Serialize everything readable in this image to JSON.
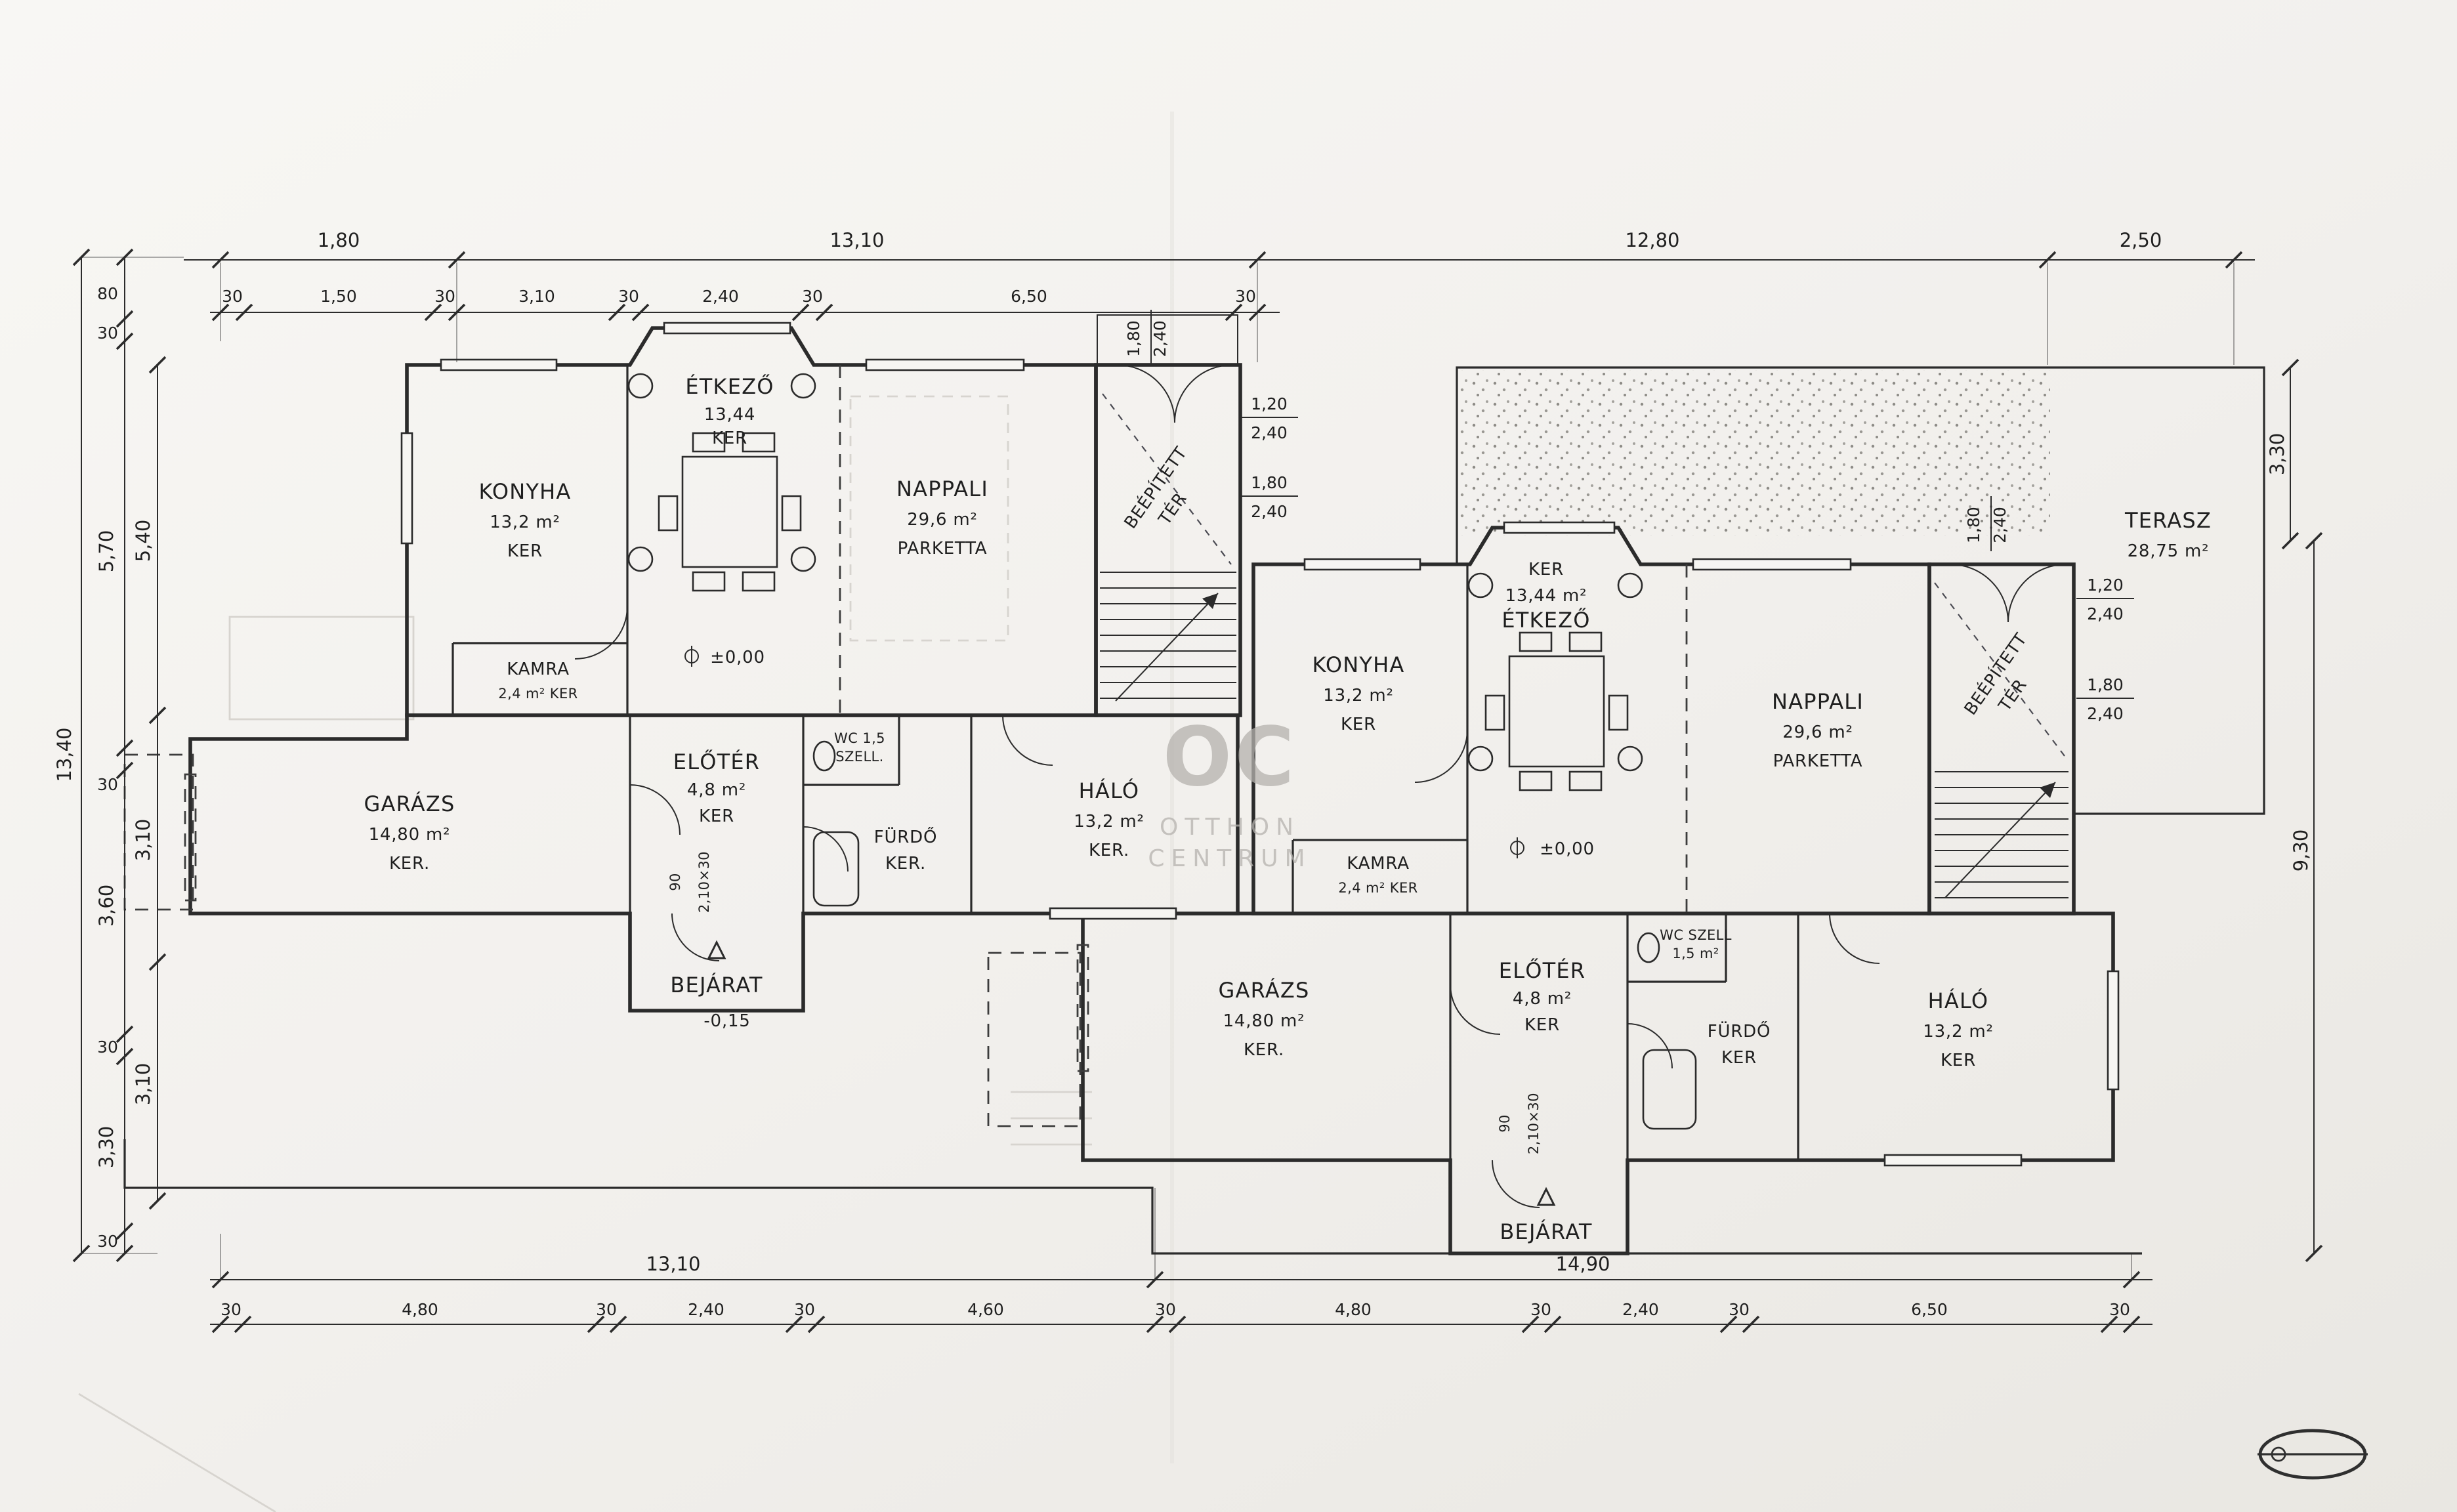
{
  "colors": {
    "paper": "#f2f0ed",
    "ink": "#2b2b2b",
    "watermark": "#b5b2ae"
  },
  "watermark": {
    "logo": "OC",
    "line1": "OTTHON",
    "line2": "CENTRUM"
  },
  "left_unit": {
    "konyha": {
      "name": "KONYHA",
      "area": "13,2 m²",
      "floor": "KER"
    },
    "etkezo": {
      "name": "ÉTKEZŐ",
      "area": "13,44",
      "floor": "KER"
    },
    "nappali": {
      "name": "NAPPALI",
      "area": "29,6 m²",
      "floor": "PARKETTA"
    },
    "kamra": {
      "name": "KAMRA",
      "detail": "2,4 m² KER"
    },
    "garazs": {
      "name": "GARÁZS",
      "area": "14,80 m²",
      "floor": "KER."
    },
    "eloter": {
      "name": "ELŐTÉR",
      "area": "4,8 m²",
      "floor": "KER"
    },
    "furdo": {
      "name": "FÜRDŐ",
      "floor": "KER."
    },
    "wc": {
      "line1": "WC 1,5",
      "line2": "SZELL."
    },
    "halo": {
      "name": "HÁLÓ",
      "area": "13,2 m²",
      "floor": "KER."
    },
    "beepitett": {
      "line1": "BEÉPÍTETT",
      "line2": "TÉR"
    },
    "bejarat": {
      "name": "BEJÁRAT",
      "level": "-0,15"
    },
    "level_mark": "±0,00",
    "door": {
      "width": "90",
      "size": "2,10×30"
    }
  },
  "right_unit": {
    "konyha": {
      "name": "KONYHA",
      "area": "13,2 m²",
      "floor": "KER"
    },
    "etkezo": {
      "floor": "KER",
      "area": "13,44 m²",
      "name": "ÉTKEZŐ"
    },
    "nappali": {
      "name": "NAPPALI",
      "area": "29,6 m²",
      "floor": "PARKETTA"
    },
    "kamra": {
      "name": "KAMRA",
      "detail": "2,4 m² KER"
    },
    "garazs": {
      "name": "GARÁZS",
      "area": "14,80 m²",
      "floor": "KER."
    },
    "eloter": {
      "name": "ELŐTÉR",
      "area": "4,8 m²",
      "floor": "KER"
    },
    "furdo": {
      "name": "FÜRDŐ",
      "floor": "KER"
    },
    "wc": {
      "line1": "WC SZELL",
      "line2": "1,5 m²"
    },
    "halo": {
      "name": "HÁLÓ",
      "area": "13,2 m²",
      "floor": "KER"
    },
    "terasz": {
      "name": "TERASZ",
      "area": "28,75 m²"
    },
    "beepitett": {
      "line1": "BEÉPÍTETT",
      "line2": "TÉR"
    },
    "bejarat": {
      "name": "BEJÁRAT"
    },
    "level_mark": "±0,00",
    "door": {
      "width": "90",
      "size": "2,10×30"
    }
  },
  "dims": {
    "top_overall": [
      "1,80",
      "13,10",
      "12,80",
      "2,50"
    ],
    "top_detail": [
      "30",
      "1,50",
      "30",
      "3,10",
      "30",
      "2,40",
      "30",
      "6,50",
      "30"
    ],
    "left_total": "13,40",
    "left_a": [
      "80",
      "30",
      "5,70",
      "30",
      "3,60",
      "30",
      "3,30",
      "30"
    ],
    "left_b": [
      "5,40",
      "3,10",
      "3,10"
    ],
    "right_a": "3,30",
    "right_b": "9,30",
    "bottom_overall": [
      "13,10",
      "14,90"
    ],
    "bottom_detail": [
      "30",
      "4,80",
      "30",
      "2,40",
      "30",
      "4,60",
      "30",
      "4,80",
      "30",
      "2,40",
      "30",
      "6,50",
      "30"
    ],
    "win_center_rot": [
      "1,80",
      "2,40"
    ],
    "win_center_1": [
      "1,20",
      "2,40"
    ],
    "win_center_2": [
      "1,80",
      "2,40"
    ],
    "win_right_rot": [
      "1,80",
      "2,40"
    ],
    "win_right_1": [
      "1,20",
      "2,40"
    ],
    "win_right_2": [
      "1,80",
      "2,40"
    ]
  }
}
